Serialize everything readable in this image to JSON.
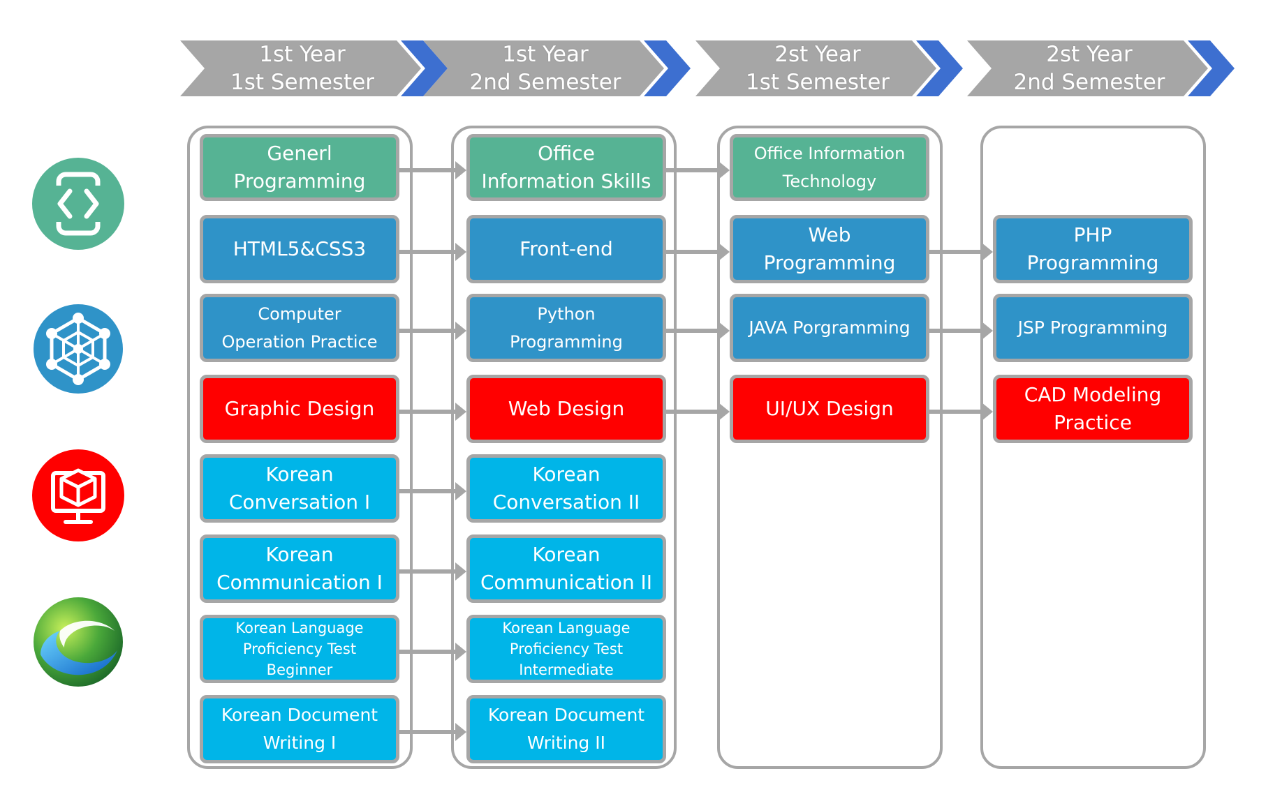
{
  "colors": {
    "header_gray": "#a6a6a6",
    "header_blue": "#3d6fd0",
    "green": "#56b394",
    "blue": "#2f93c8",
    "red": "#ff0000",
    "cyan": "#00b5e8",
    "border_gray": "#a6a6a6"
  },
  "semesters": [
    {
      "line1": "1st Year",
      "line2": "1st Semester"
    },
    {
      "line1": "1st Year",
      "line2": "2nd Semester"
    },
    {
      "line1": "2st Year",
      "line2": "1st Semester"
    },
    {
      "line1": "2st Year",
      "line2": "2nd Semester"
    }
  ],
  "icons": [
    {
      "name": "code-mobile-icon",
      "color": "#56b394"
    },
    {
      "name": "network-molecule-icon",
      "color": "#2f93c8"
    },
    {
      "name": "3d-box-monitor-icon",
      "color": "#ff0000"
    },
    {
      "name": "globe-swirl-icon",
      "color": "#1e8fd6"
    }
  ],
  "courses": {
    "c1": [
      {
        "lines": [
          "Generl",
          "Programming"
        ],
        "color": "green"
      },
      {
        "lines": [
          "HTML5&CSS3"
        ],
        "color": "blue"
      },
      {
        "lines": [
          "Computer",
          "Operation Practice"
        ],
        "color": "blue"
      },
      {
        "lines": [
          "Graphic Design"
        ],
        "color": "red"
      },
      {
        "lines": [
          "Korean",
          "Conversation I"
        ],
        "color": "cyan"
      },
      {
        "lines": [
          "Korean",
          "Communication I"
        ],
        "color": "cyan"
      },
      {
        "lines": [
          "Korean Language",
          "Proficiency Test",
          "Beginner"
        ],
        "color": "cyan"
      },
      {
        "lines": [
          "Korean Document",
          "Writing I"
        ],
        "color": "cyan"
      }
    ],
    "c2": [
      {
        "lines": [
          "Office",
          "Information Skills"
        ],
        "color": "green"
      },
      {
        "lines": [
          "Front-end"
        ],
        "color": "blue"
      },
      {
        "lines": [
          "Python",
          "Programming"
        ],
        "color": "blue"
      },
      {
        "lines": [
          "Web Design"
        ],
        "color": "red"
      },
      {
        "lines": [
          "Korean",
          "Conversation II"
        ],
        "color": "cyan"
      },
      {
        "lines": [
          "Korean",
          "Communication II"
        ],
        "color": "cyan"
      },
      {
        "lines": [
          "Korean Language",
          "Proficiency Test",
          "Intermediate"
        ],
        "color": "cyan"
      },
      {
        "lines": [
          "Korean Document",
          "Writing II"
        ],
        "color": "cyan"
      }
    ],
    "c3": [
      {
        "lines": [
          "Office Information",
          "Technology"
        ],
        "color": "green"
      },
      {
        "lines": [
          "Web",
          "Programming"
        ],
        "color": "blue"
      },
      {
        "lines": [
          "JAVA Porgramming"
        ],
        "color": "blue"
      },
      {
        "lines": [
          "UI/UX Design"
        ],
        "color": "red"
      }
    ],
    "c4": [
      {
        "lines": [
          "PHP",
          "Programming"
        ],
        "color": "blue"
      },
      {
        "lines": [
          "JSP Programming"
        ],
        "color": "blue"
      },
      {
        "lines": [
          "CAD Modeling",
          "Practice"
        ],
        "color": "red"
      }
    ]
  }
}
